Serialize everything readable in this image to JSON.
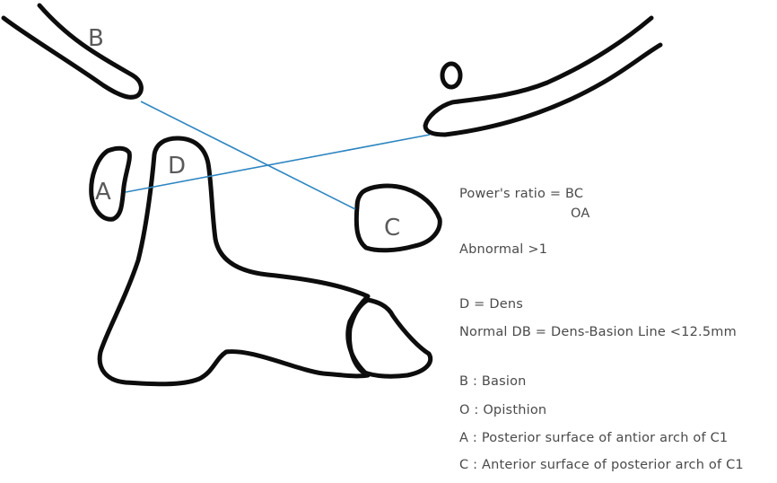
{
  "labels": {
    "basion": "B",
    "anterior_arch": "A",
    "dens": "D",
    "posterior_arch": "C"
  },
  "legend": {
    "ratio_line1": "Power's ratio = BC",
    "ratio_line2": "OA",
    "abnormal": "Abnormal >1",
    "dens_def": "D = Dens",
    "normal_db": "Normal DB = Dens-Basion Line <12.5mm",
    "b_def": "B : Basion",
    "o_def": "O : Opisthion",
    "a_def": "A : Posterior surface of antior arch of C1",
    "c_def": "C : Anterior surface of posterior arch of C1"
  },
  "colors": {
    "outline": "#0d0d0d",
    "measurement_line": "#2e86c1",
    "label_text": "#5a5a5a",
    "legend_text": "#4a4a4a"
  }
}
